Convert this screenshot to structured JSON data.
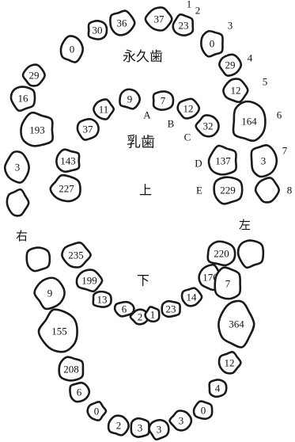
{
  "upper_permanent_left_to_right": [
    "",
    "3",
    "193",
    "16",
    "29",
    "0",
    "30",
    "36",
    "37",
    "23",
    "0",
    "29",
    "12",
    "164",
    "3",
    ""
  ],
  "upper_deciduous_left_to_right": [
    "227",
    "143",
    "37",
    "11",
    "9",
    "7",
    "12",
    "32",
    "137",
    "229"
  ],
  "lower_deciduous_left_to_right": [
    "235",
    "199",
    "13",
    "6",
    "2",
    "1",
    "23",
    "14",
    "176",
    "220"
  ],
  "lower_permanent_left_to_right": [
    "",
    "9",
    "155",
    "208",
    "6",
    "0",
    "2",
    "3",
    "3",
    "3",
    "0",
    "4",
    "12",
    "364",
    "7",
    ""
  ],
  "permanent_position_numbers": [
    "1",
    "2",
    "3",
    "4",
    "5",
    "6",
    "7",
    "8"
  ],
  "deciduous_position_letters": [
    "A",
    "B",
    "C",
    "D",
    "E"
  ],
  "permanent_label": "永久歯",
  "deciduous_label": "乳歯",
  "upper_label": "上",
  "lower_label": "下",
  "right_label": "右",
  "left_label": "左"
}
